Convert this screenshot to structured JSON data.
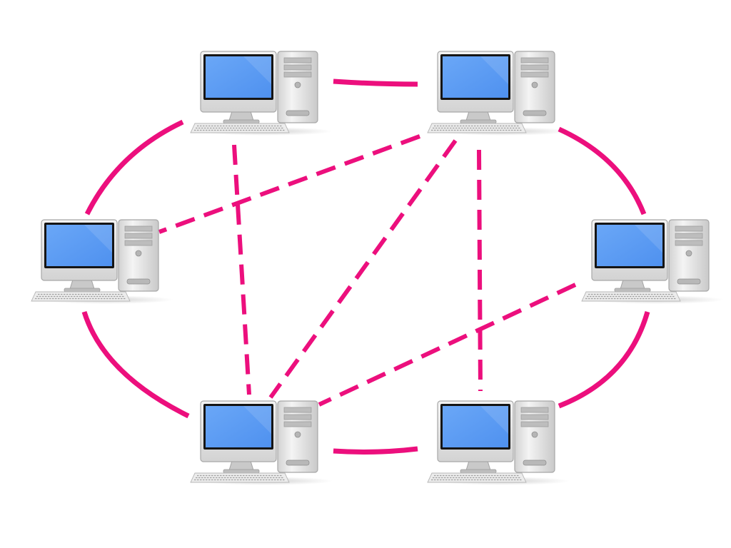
{
  "colors": {
    "background": "#ffffff",
    "link": "#ec0f7d",
    "screen": "#5a9cf5",
    "screen_glare": "#86b8fb",
    "bezel": "#111111",
    "case_light": "#f1f1f1",
    "case_dark": "#c7c7c7",
    "case_stroke": "#a9a9a9",
    "keyboard": "#e6e6e6"
  },
  "nodes": [
    {
      "id": "top-left",
      "icon": "desktop-computer-icon"
    },
    {
      "id": "top-right",
      "icon": "desktop-computer-icon"
    },
    {
      "id": "middle-left",
      "icon": "desktop-computer-icon"
    },
    {
      "id": "middle-right",
      "icon": "desktop-computer-icon"
    },
    {
      "id": "bottom-left",
      "icon": "desktop-computer-icon"
    },
    {
      "id": "bottom-right",
      "icon": "desktop-computer-icon"
    }
  ],
  "links": [
    {
      "from": "top-left",
      "to": "top-right",
      "style": "solid"
    },
    {
      "from": "top-right",
      "to": "middle-right",
      "style": "solid"
    },
    {
      "from": "middle-right",
      "to": "bottom-right",
      "style": "solid"
    },
    {
      "from": "bottom-right",
      "to": "bottom-left",
      "style": "solid"
    },
    {
      "from": "bottom-left",
      "to": "middle-left",
      "style": "solid"
    },
    {
      "from": "middle-left",
      "to": "top-left",
      "style": "solid"
    },
    {
      "from": "top-left",
      "to": "bottom-left",
      "style": "dashed"
    },
    {
      "from": "top-right",
      "to": "middle-left",
      "style": "dashed"
    },
    {
      "from": "top-right",
      "to": "bottom-left",
      "style": "dashed"
    },
    {
      "from": "top-right",
      "to": "bottom-right",
      "style": "dashed"
    },
    {
      "from": "middle-right",
      "to": "bottom-left",
      "style": "dashed"
    }
  ]
}
